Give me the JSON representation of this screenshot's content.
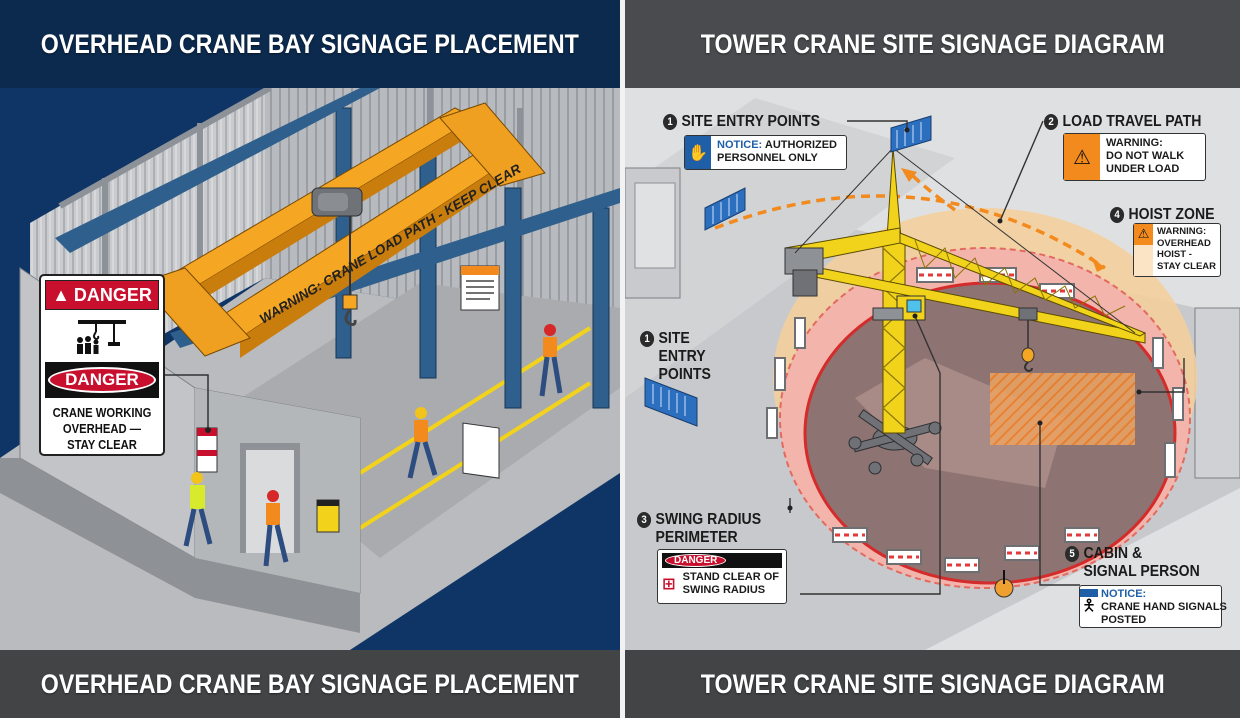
{
  "left_panel": {
    "header_title": "OVERHEAD CRANE BAY SIGNAGE PLACEMENT",
    "footer_title": "OVERHEAD CRANE BAY SIGNAGE PLACEMENT",
    "beam_warning": "WARNING: CRANE LOAD PATH - KEEP CLEAR",
    "danger_sign": {
      "top_label": "DANGER",
      "oval_label": "DANGER",
      "message_line1": "CRANE WORKING",
      "message_line2": "OVERHEAD —",
      "message_line3": "STAY CLEAR",
      "icon": "overhead-crane-pictogram"
    },
    "colors": {
      "background": "#0f3566",
      "beam": "#f5a623",
      "danger_red": "#c8102e",
      "walkway_line": "#f2d21b"
    }
  },
  "right_panel": {
    "header_title": "TOWER CRANE SITE SIGNAGE DIAGRAM",
    "footer_title": "TOWER CRANE SITE SIGNAGE DIAGRAM",
    "callouts": [
      {
        "number": "1",
        "title": "SITE ENTRY POINTS",
        "sign_prefix": "NOTICE:",
        "sign_text_line1": "AUTHORIZED",
        "sign_text_line2": "PERSONNEL ONLY",
        "icon": "stop-hand-icon"
      },
      {
        "number": "2",
        "title": "LOAD TRAVEL PATH",
        "sign_line1": "WARNING:",
        "sign_line2": "DO NOT WALK",
        "sign_line3": "UNDER LOAD",
        "icon": "warning-triangle-icon"
      },
      {
        "number": "3",
        "title_line1": "SWING RADIUS",
        "title_line2": "PERIMETER",
        "sign_banner": "DANGER",
        "sign_line1": "STAND CLEAR OF",
        "sign_line2": "SWING RADIUS",
        "icon": "barrier-icon"
      },
      {
        "number": "4",
        "title": "HOIST ZONE",
        "sign_line1": "WARNING:",
        "sign_line2": "OVERHEAD",
        "sign_line3": "HOIST -",
        "sign_line4": "STAY CLEAR",
        "icon": "warning-triangle-icon"
      },
      {
        "number": "5",
        "title_line1": "CABIN &",
        "title_line2": "SIGNAL PERSON",
        "sign_prefix": "NOTICE:",
        "sign_line1": "CRANE HAND SIGNALS",
        "sign_line2": "POSTED",
        "icon": "signal-person-icon"
      }
    ],
    "secondary_entry": {
      "number": "1",
      "line1": "SITE",
      "line2": "ENTRY",
      "line3": "POINTS"
    },
    "colors": {
      "background": "#dfe0e2",
      "swing_zone": "#f2b8b0",
      "travel_zone": "#f7d19b",
      "crane": "#f2d31b",
      "path_arrow": "#f28a1e",
      "gate": "#2d6fbf"
    }
  }
}
